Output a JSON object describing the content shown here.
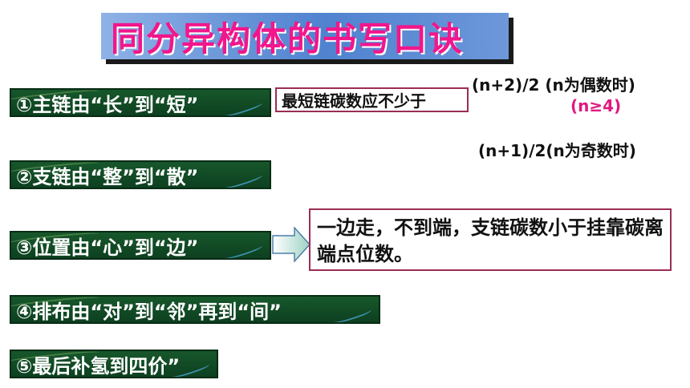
{
  "title": "同分异构体的书写口诀",
  "rules": [
    "①主链由“长”到“短”",
    "②支链由“整”到“散”",
    "③位置由“心”到“边”",
    "④排布由“对”到“邻”再到“间”",
    "⑤最后补氢到四价”"
  ],
  "main_chain_note": "最短链碳数应不少于",
  "formula_even": "(n+2)/2 (n为偶数时)",
  "formula_condition": "(n≥4)",
  "formula_odd": "(n+1)/2(n为奇数时)",
  "position_note": "一边走，不到端，支链碳数小于挂靠碳离端点位数。",
  "colors": {
    "title_text": "#f2168c",
    "title_bg": "#4f82cf",
    "rule_bg": "#17572b",
    "box_border": "#9a2d56",
    "pink": "#e0197f"
  }
}
